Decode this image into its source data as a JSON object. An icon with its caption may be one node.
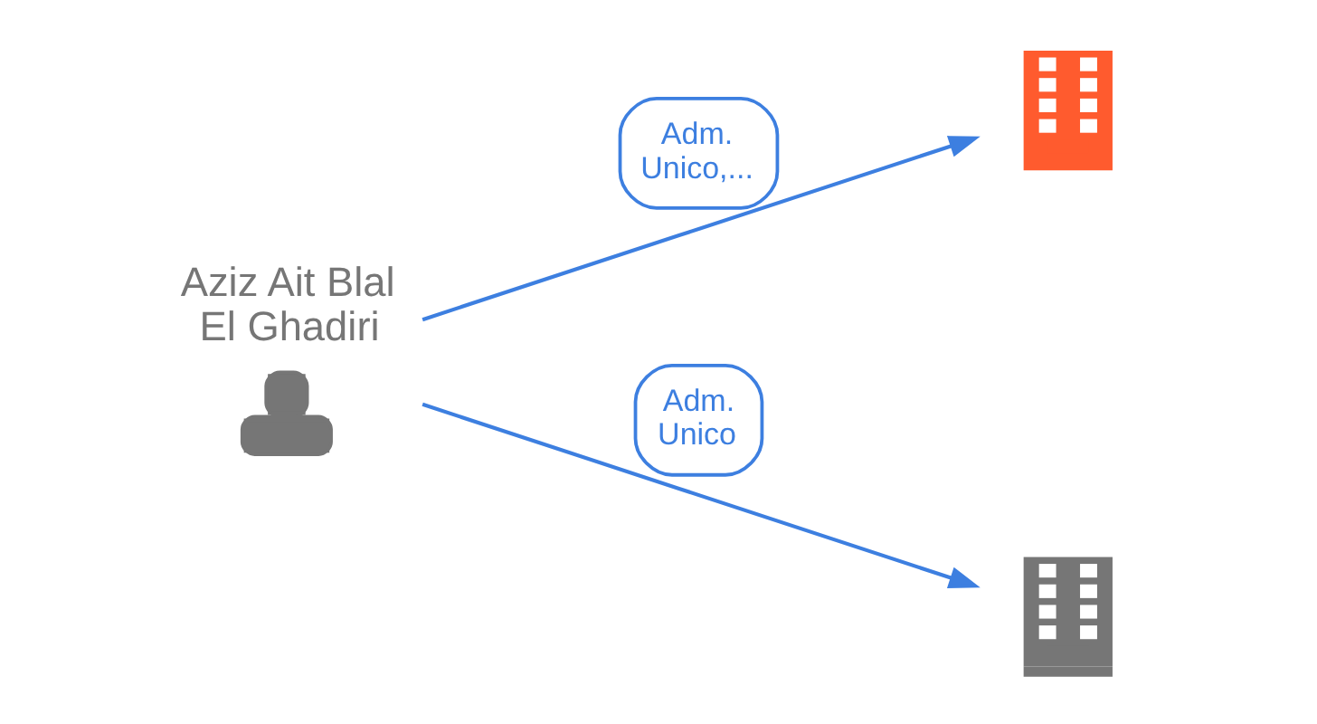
{
  "diagram": {
    "nodes": [
      {
        "text": [
          "Aziz Ait Blal El Ghadiri"
        ]
      },
      {
        "text": [],
        "shape": "building"
      },
      {
        "text": [],
        "shape": "building"
      }
    ],
    "edges": [
      {
        "from": 0,
        "to": 1,
        "arrow": "to",
        "label": "Adm. Unico,..."
      },
      {
        "from": 0,
        "to": 2,
        "arrow": "to",
        "label": "Adm. Unico"
      }
    ]
  }
}
